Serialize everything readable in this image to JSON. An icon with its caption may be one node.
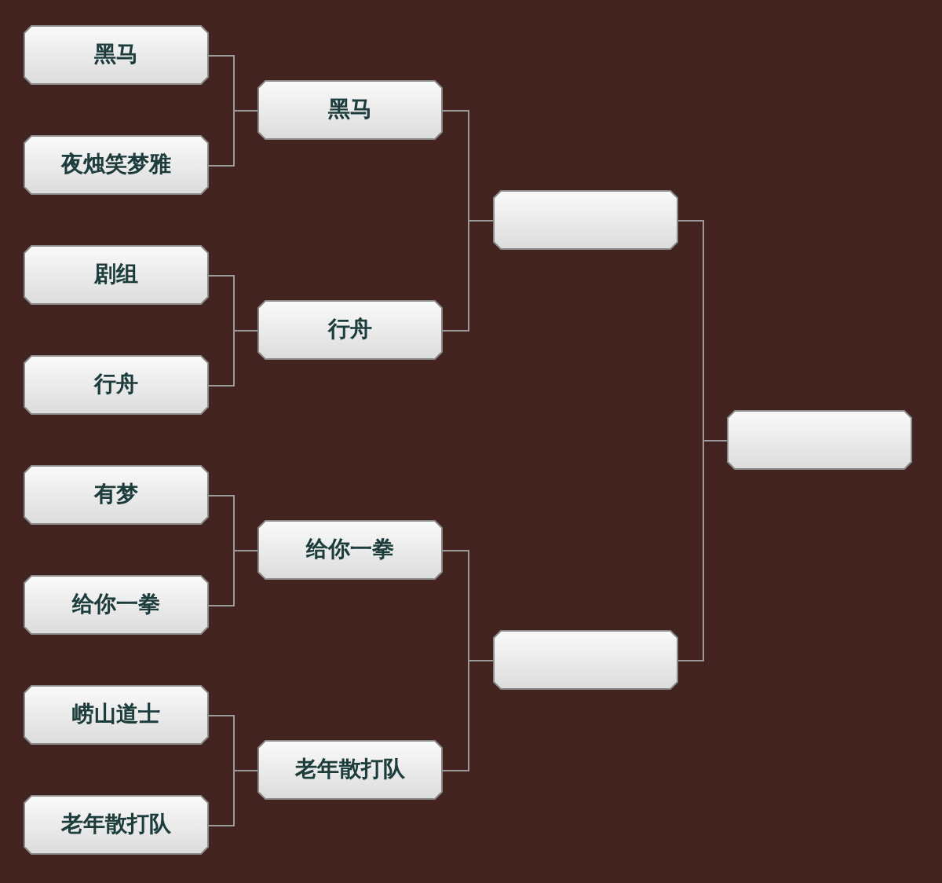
{
  "diagram": {
    "nodes": [
      {
        "text": [
          "黑马"
        ]
      },
      {
        "text": [
          "夜烛笑梦雅"
        ]
      },
      {
        "text": [
          "剧组"
        ]
      },
      {
        "text": [
          "行舟"
        ]
      },
      {
        "text": [
          "有梦"
        ]
      },
      {
        "text": [
          "给你一拳"
        ]
      },
      {
        "text": [
          "崂山道士"
        ]
      },
      {
        "text": [
          "老年散打队"
        ]
      },
      {
        "text": [
          "黑马"
        ]
      },
      {
        "text": [
          "行舟"
        ]
      },
      {
        "text": [
          "给你一拳"
        ]
      },
      {
        "text": [
          "老年散打队"
        ]
      },
      {
        "text": [],
        "shape": "box"
      },
      {
        "text": [],
        "shape": "box"
      },
      {
        "text": [],
        "shape": "box"
      }
    ],
    "edges": [
      {
        "from": 0,
        "to": 8,
        "arrow": "none"
      },
      {
        "from": 1,
        "to": 8,
        "arrow": "none"
      },
      {
        "from": 2,
        "to": 9,
        "arrow": "none"
      },
      {
        "from": 3,
        "to": 9,
        "arrow": "none"
      },
      {
        "from": 4,
        "to": 10,
        "arrow": "none"
      },
      {
        "from": 5,
        "to": 10,
        "arrow": "none"
      },
      {
        "from": 6,
        "to": 11,
        "arrow": "none"
      },
      {
        "from": 7,
        "to": 11,
        "arrow": "none"
      },
      {
        "from": 8,
        "to": 12,
        "arrow": "none"
      },
      {
        "from": 9,
        "to": 12,
        "arrow": "none"
      },
      {
        "from": 10,
        "to": 13,
        "arrow": "none"
      },
      {
        "from": 11,
        "to": 13,
        "arrow": "none"
      },
      {
        "from": 12,
        "to": 14,
        "arrow": "none"
      },
      {
        "from": 13,
        "to": 14,
        "arrow": "none"
      }
    ]
  }
}
